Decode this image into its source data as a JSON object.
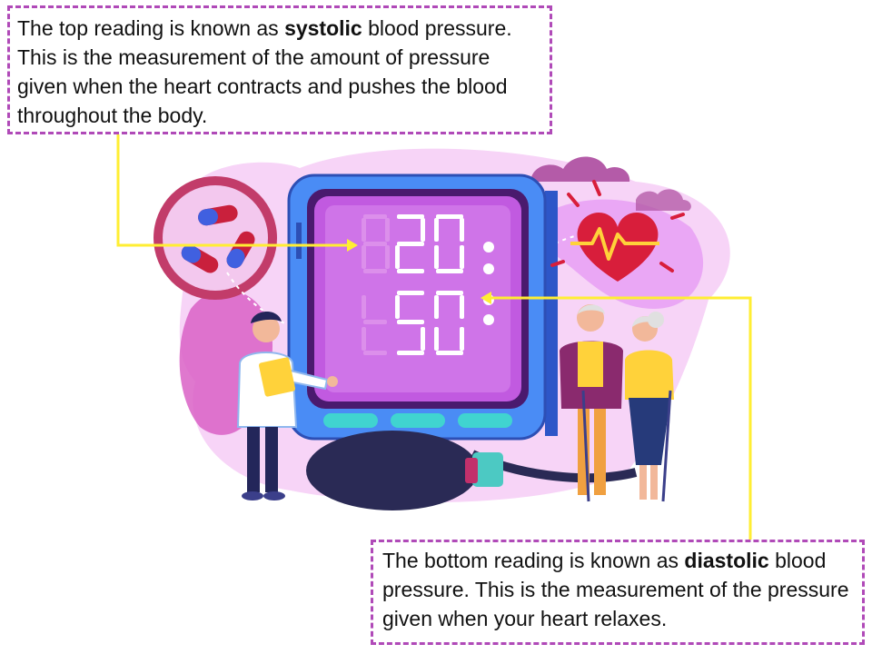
{
  "callout_top": {
    "pre": "The top reading is known as ",
    "term": "systolic",
    "post": " blood pressure. This is the measurement of the amount of pressure given when the heart contracts and pushes the blood throughout the body."
  },
  "callout_bottom": {
    "pre": "The bottom reading is known as ",
    "term": "diastolic",
    "post": " blood pressure. This is the measurement of the pressure given when your heart relaxes."
  },
  "colors": {
    "callout_border": "#b04ab8",
    "arrow": "#ffee33",
    "monitor_body": "#3d7ff0",
    "screen": "#c15ae0",
    "heart": "#d81e3b"
  },
  "icons": [
    "pill-capsule-icon",
    "heart-pulse-icon",
    "blood-pressure-monitor-icon",
    "cloud-icon"
  ]
}
